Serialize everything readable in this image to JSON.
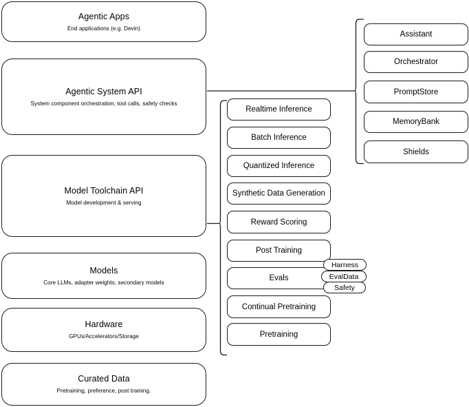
{
  "diagram": {
    "title": "AI stack layering diagram",
    "stroke_color": "#1a1a1a",
    "background_color": "#ffffff"
  },
  "layers": [
    {
      "id": "agentic-apps",
      "title": "Agentic Apps",
      "subtitle": "End applications (e.g. Devin)"
    },
    {
      "id": "agentic-system-api",
      "title": "Agentic System API",
      "subtitle": "System component orchestration, tool calls, safety checks"
    },
    {
      "id": "model-toolchain-api",
      "title": "Model Toolchain API",
      "subtitle": "Model development & serving"
    },
    {
      "id": "models",
      "title": "Models",
      "subtitle": "Core LLMs, adapter weights, secondary models"
    },
    {
      "id": "hardware",
      "title": "Hardware",
      "subtitle": "GPUs/Accelerators/Storage"
    },
    {
      "id": "curated-data",
      "title": "Curated Data",
      "subtitle": "Pretraining, preference, post training."
    }
  ],
  "system_components": [
    {
      "id": "assistant",
      "label": "Assistant"
    },
    {
      "id": "orchestrator",
      "label": "Orchestrator"
    },
    {
      "id": "promptstore",
      "label": "PromptStore"
    },
    {
      "id": "memorybank",
      "label": "MemoryBank"
    },
    {
      "id": "shields",
      "label": "Shields"
    }
  ],
  "toolchain_components": [
    {
      "id": "realtime-inference",
      "label": "Realtime Inference"
    },
    {
      "id": "batch-inference",
      "label": "Batch Inference"
    },
    {
      "id": "quantized-inference",
      "label": "Quantized Inference"
    },
    {
      "id": "synthetic-data-generation",
      "label": "Synthetic Data Generation"
    },
    {
      "id": "reward-scoring",
      "label": "Reward Scoring"
    },
    {
      "id": "post-training",
      "label": "Post Training"
    },
    {
      "id": "evals",
      "label": "Evals"
    },
    {
      "id": "continual-pretraining",
      "label": "Continual Pretraining"
    },
    {
      "id": "pretraining",
      "label": "Pretraining"
    }
  ],
  "evals_pills": [
    {
      "id": "harness",
      "label": "Harness"
    },
    {
      "id": "evaldata",
      "label": "EvalData"
    },
    {
      "id": "safety",
      "label": "Safety"
    }
  ]
}
